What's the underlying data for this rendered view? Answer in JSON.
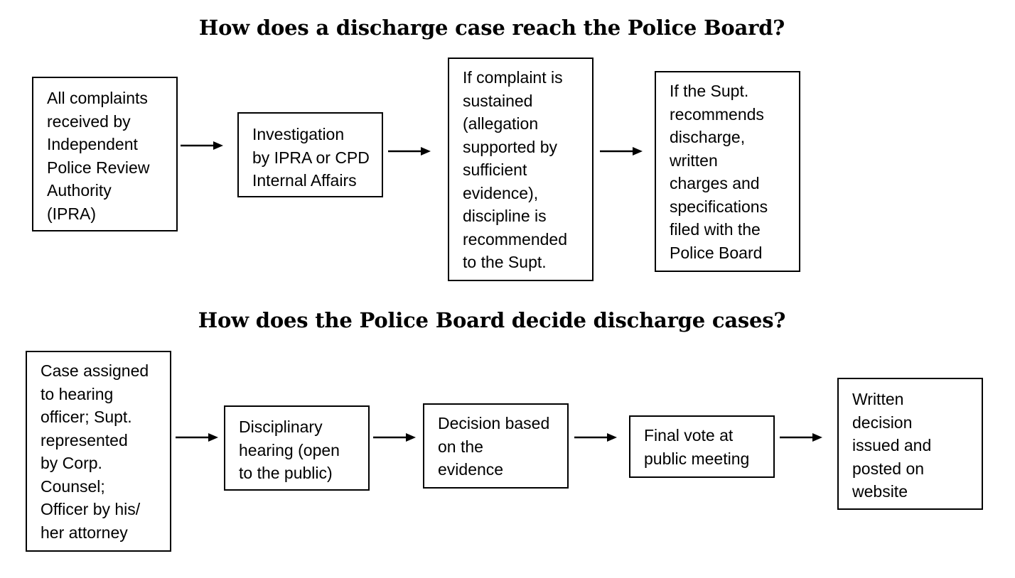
{
  "section1": {
    "title": "How does a discharge case reach the Police Board?",
    "steps": [
      "All complaints\nreceived by\nIndependent\nPolice Review\nAuthority\n(IPRA)",
      "Investigation\nby IPRA or CPD\nInternal Affairs",
      "If complaint is\nsustained\n(allegation\nsupported by\nsufficient\nevidence),\ndiscipline is\nrecommended\nto the Supt.",
      "If the Supt.\nrecommends\ndischarge,\nwritten\ncharges and\nspecifications\nfiled with the\nPolice Board"
    ]
  },
  "section2": {
    "title": "How does the Police Board decide discharge cases?",
    "steps": [
      "Case assigned\nto hearing\nofficer; Supt.\nrepresented\nby Corp.\nCounsel;\nOfficer by his/\nher attorney",
      "Disciplinary\nhearing (open\nto the public)",
      "Decision based\non the\nevidence",
      "Final vote at\npublic meeting",
      "Written\ndecision\nissued and\nposted on\nwebsite"
    ]
  }
}
